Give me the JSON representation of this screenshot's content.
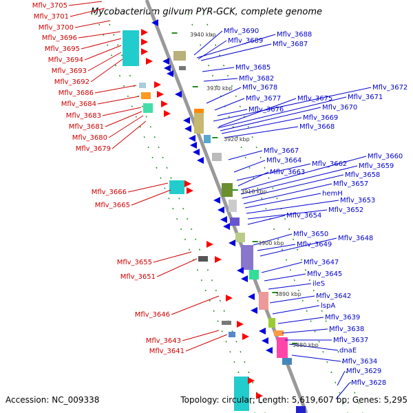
{
  "title": "Mycobacterium gilvum PYR-GCK, complete genome",
  "accession_text": "Accession: NC_009338",
  "summary_text": "Topology: circular; Length: 5,619,607 bp; Genes: 5,295",
  "colors": {
    "backbone": "#999999",
    "forward_label": "#cc0000",
    "reverse_label": "#0000cc",
    "tick": "#228b22",
    "forward_gene": "#ff0000",
    "reverse_gene": "#0000dd"
  },
  "kbp_marks": [
    "3940 kbp",
    "3930 kbp",
    "3920 kbp",
    "3910 kbp",
    "3900 kbp",
    "3890 kbp",
    "3880 kbp"
  ],
  "forward_labels": [
    "Mflv_3705",
    "Mflv_3701",
    "Mflv_3700",
    "Mflv_3696",
    "Mflv_3695",
    "Mflv_3694",
    "Mflv_3693",
    "Mflv_3692",
    "Mflv_3686",
    "Mflv_3684",
    "Mflv_3683",
    "Mflv_3681",
    "Mflv_3680",
    "Mflv_3679",
    "Mflv_3666",
    "Mflv_3665",
    "Mflv_3655",
    "Mflv_3651",
    "Mflv_3646",
    "Mflv_3643",
    "Mflv_3641"
  ],
  "reverse_labels": [
    "Mflv_3690",
    "Mflv_3688",
    "Mflv_3689",
    "Mflv_3687",
    "Mflv_3685",
    "Mflv_3682",
    "Mflv_3678",
    "Mflv_3672",
    "Mflv_3677",
    "Mflv_3675",
    "Mflv_3671",
    "Mflv_3676",
    "Mflv_3670",
    "Mflv_3669",
    "Mflv_3668",
    "Mflv_3667",
    "Mflv_3664",
    "Mflv_3660",
    "Mflv_3662",
    "Mflv_3663",
    "Mflv_3659",
    "Mflv_3658",
    "Mflv_3657",
    "hemH",
    "Mflv_3653",
    "Mflv_3652",
    "Mflv_3654",
    "Mflv_3650",
    "Mflv_3648",
    "Mflv_3649",
    "Mflv_3647",
    "Mflv_3645",
    "ileS",
    "Mflv_3642",
    "lspA",
    "Mflv_3639",
    "Mflv_3638",
    "Mflv_3637",
    "dnaE",
    "Mflv_3634",
    "Mflv_3629",
    "Mflv_3628"
  ]
}
